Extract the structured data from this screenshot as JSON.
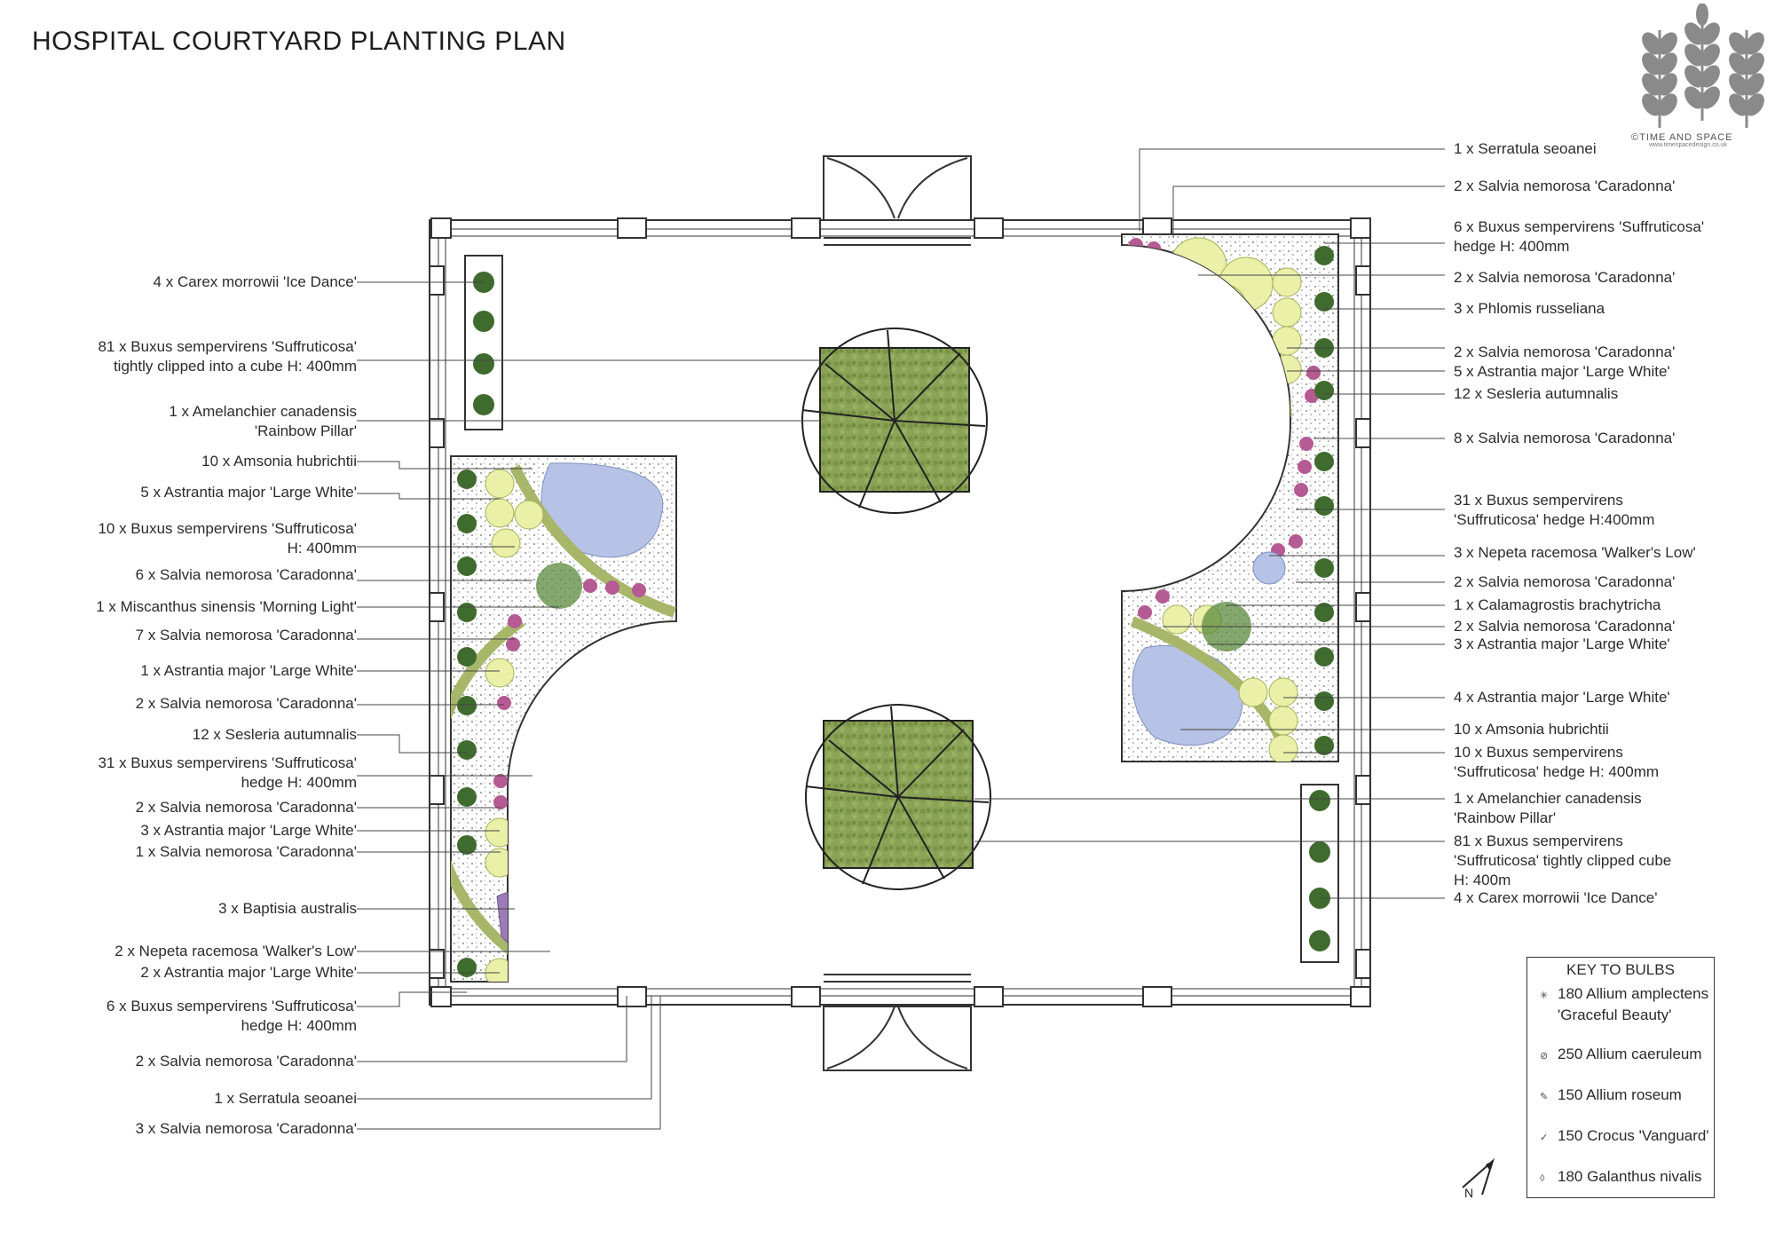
{
  "title": "HOSPITAL COURTYARD PLANTING PLAN",
  "logo": {
    "name": "©TIME AND SPACE",
    "url": "www.timespacedesign.co.uk"
  },
  "left_labels": [
    [
      "4 x Carex morrowii 'Ice Dance'"
    ],
    [
      "81 x Buxus sempervirens 'Suffruticosa'",
      "tightly clipped into a cube H: 400mm"
    ],
    [
      "1 x Amelanchier canadensis",
      "'Rainbow Pillar'"
    ],
    [
      "10 x Amsonia hubrichtii"
    ],
    [
      "5 x Astrantia major 'Large White'"
    ],
    [
      "10 x Buxus sempervirens 'Suffruticosa'",
      "H: 400mm"
    ],
    [
      "6 x Salvia nemorosa 'Caradonna'"
    ],
    [
      "1 x Miscanthus sinensis 'Morning Light'"
    ],
    [
      "7 x Salvia nemorosa 'Caradonna'"
    ],
    [
      "1 x Astrantia major 'Large White'"
    ],
    [
      "2 x Salvia nemorosa 'Caradonna'"
    ],
    [
      "12 x Sesleria autumnalis"
    ],
    [
      "31 x Buxus sempervirens 'Suffruticosa'",
      "hedge H: 400mm"
    ],
    [
      "2 x Salvia nemorosa 'Caradonna'"
    ],
    [
      "3 x Astrantia major 'Large White'"
    ],
    [
      "1 x Salvia nemorosa 'Caradonna'"
    ],
    [
      "3 x Baptisia australis"
    ],
    [
      "2 x Nepeta racemosa 'Walker's Low'"
    ],
    [
      "2 x Astrantia major 'Large White'"
    ],
    [
      "6 x Buxus sempervirens 'Suffruticosa'",
      "hedge H: 400mm"
    ],
    [
      "2 x Salvia nemorosa 'Caradonna'"
    ],
    [
      "1 x Serratula seoanei"
    ],
    [
      "3 x Salvia nemorosa 'Caradonna'"
    ]
  ],
  "right_labels": [
    [
      "1 x Serratula seoanei"
    ],
    [
      "2 x Salvia nemorosa 'Caradonna'"
    ],
    [
      "6 x Buxus sempervirens 'Suffruticosa'",
      "hedge H: 400mm"
    ],
    [
      "2 x Salvia nemorosa 'Caradonna'"
    ],
    [
      "3 x Phlomis russeliana"
    ],
    [
      "2 x Salvia nemorosa 'Caradonna'"
    ],
    [
      "5 x Astrantia major 'Large White'"
    ],
    [
      "12 x Sesleria autumnalis"
    ],
    [
      "8 x Salvia nemorosa 'Caradonna'"
    ],
    [
      "31 x Buxus sempervirens",
      "'Suffruticosa' hedge H:400mm"
    ],
    [
      "3 x Nepeta racemosa 'Walker's Low'"
    ],
    [
      "2 x Salvia nemorosa 'Caradonna'"
    ],
    [
      "1 x Calamagrostis brachytricha"
    ],
    [
      "2 x Salvia nemorosa 'Caradonna'"
    ],
    [
      "3 x Astrantia major 'Large White'"
    ],
    [
      "4 x Astrantia major 'Large White'"
    ],
    [
      "10 x Amsonia hubrichtii"
    ],
    [
      "10 x Buxus sempervirens",
      "'Suffruticosa' hedge H: 400mm"
    ],
    [
      "1 x Amelanchier canadensis",
      "'Rainbow Pillar'"
    ],
    [
      "81 x Buxus sempervirens",
      "'Suffruticosa' tightly clipped cube",
      "H: 400m"
    ],
    [
      "4 x Carex morrowii 'Ice Dance'"
    ]
  ],
  "key": {
    "title": "KEY TO BULBS",
    "items": [
      {
        "symbol": "✳",
        "lines": [
          "180 Allium amplectens",
          "'Graceful Beauty'"
        ]
      },
      {
        "symbol": "⊘",
        "lines": [
          "250 Allium caeruleum"
        ]
      },
      {
        "symbol": "✎",
        "lines": [
          "150 Allium roseum"
        ]
      },
      {
        "symbol": "✓",
        "lines": [
          "150 Crocus 'Vanguard'"
        ]
      },
      {
        "symbol": "◊",
        "lines": [
          "180 Galanthus nivalis"
        ]
      }
    ]
  },
  "north_label": "N",
  "colors": {
    "box_green": "#7f9a4a",
    "astrantia_yellow": "#eaf0a8",
    "salvia_pink": "#b55a93",
    "amsonia_blue": "#b7c3e6",
    "baptisia_purple": "#9d7bb8",
    "hedge": "#a8b66a",
    "grass": "#3f6b2e",
    "line": "#333333"
  }
}
